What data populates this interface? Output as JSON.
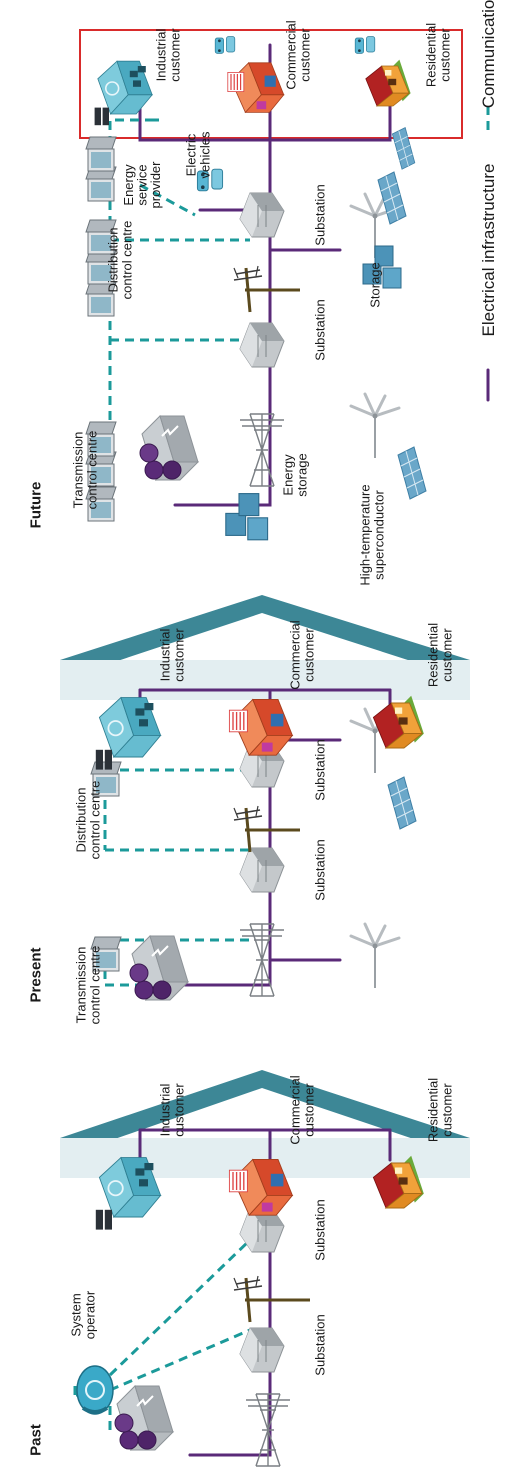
{
  "sections": {
    "past": {
      "title": "Past",
      "system_operator": "System\noperator",
      "substation_1": "Substation",
      "substation_2": "Substation",
      "industrial": "Industrial\ncustomer",
      "commercial": "Commercial\ncustomer",
      "residential": "Residential\ncustomer"
    },
    "present": {
      "title": "Present",
      "transmission_cc": "Transmission\ncontrol centre",
      "distribution_cc": "Distribution\ncontrol centre",
      "substation_1": "Substation",
      "substation_2": "Substation",
      "industrial": "Industrial\ncustomer",
      "commercial": "Commercial\ncustomer",
      "residential": "Residential\ncustomer"
    },
    "future": {
      "title": "Future",
      "transmission_cc": "Transmission\ncontrol centre",
      "distribution_cc": "Distribution\ncontrol centre",
      "energy_service": "Energy\nservice\nprovider",
      "electric_vehicles": "Electric\nvehicles",
      "substation_1": "Substation",
      "substation_2": "Substation",
      "energy_storage": "Energy\nstorage",
      "storage": "Storage",
      "superconductor": "High-temperature\nsuperconductor",
      "industrial": "Industrial\ncustomer",
      "commercial": "Commercial\ncustomer",
      "residential": "Residential\ncustomer"
    }
  },
  "legend": {
    "electrical": "Electrical infrastructure",
    "communications": "Communications"
  },
  "colors": {
    "power_line": "#5a2a78",
    "comm_line": "#1b9a9a",
    "roof": "#3d8796",
    "highlight_box": "#d92b2b",
    "industrial": "#4fb3c8",
    "commercial": "#e8643c",
    "residential_wall": "#f1a23a",
    "residential_roof": "#b22222",
    "substation": "#b9bec2",
    "control_centre": "#9aa4ad",
    "wind": "#e9ecef",
    "storage": "#5f9fc4",
    "grass": "#6aaa3a"
  },
  "icons": [
    "substation-icon",
    "power-plant-icon",
    "transmission-tower-icon",
    "telephone-icon",
    "computer-icon",
    "wind-turbine-icon",
    "solar-panel-icon",
    "battery-icon",
    "factory-icon",
    "commercial-building-icon",
    "house-icon",
    "electric-car-icon"
  ]
}
